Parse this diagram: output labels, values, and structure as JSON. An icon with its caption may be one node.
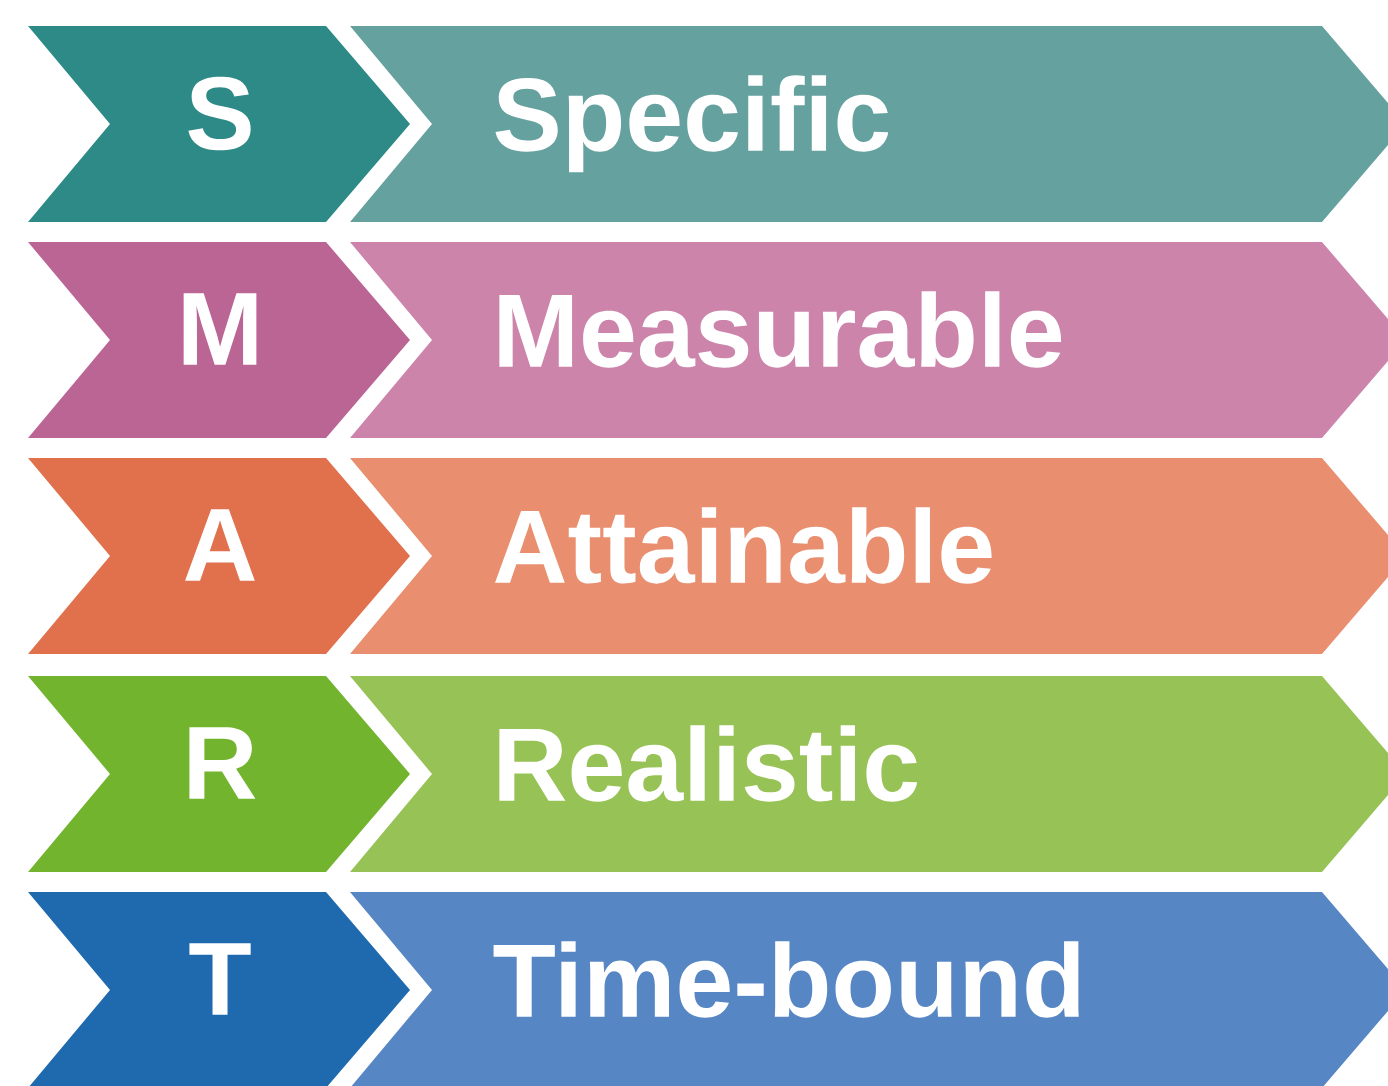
{
  "diagram": {
    "nodes": [
      {
        "text": [
          "S"
        ]
      },
      {
        "text": [
          "Specific"
        ]
      },
      {
        "text": [
          "M"
        ]
      },
      {
        "text": [
          "Measurable"
        ]
      },
      {
        "text": [
          "A"
        ]
      },
      {
        "text": [
          "Attainable"
        ]
      },
      {
        "text": [
          "R"
        ]
      },
      {
        "text": [
          "Realistic"
        ]
      },
      {
        "text": [
          "T"
        ]
      },
      {
        "text": [
          "Time-bound"
        ]
      }
    ]
  }
}
